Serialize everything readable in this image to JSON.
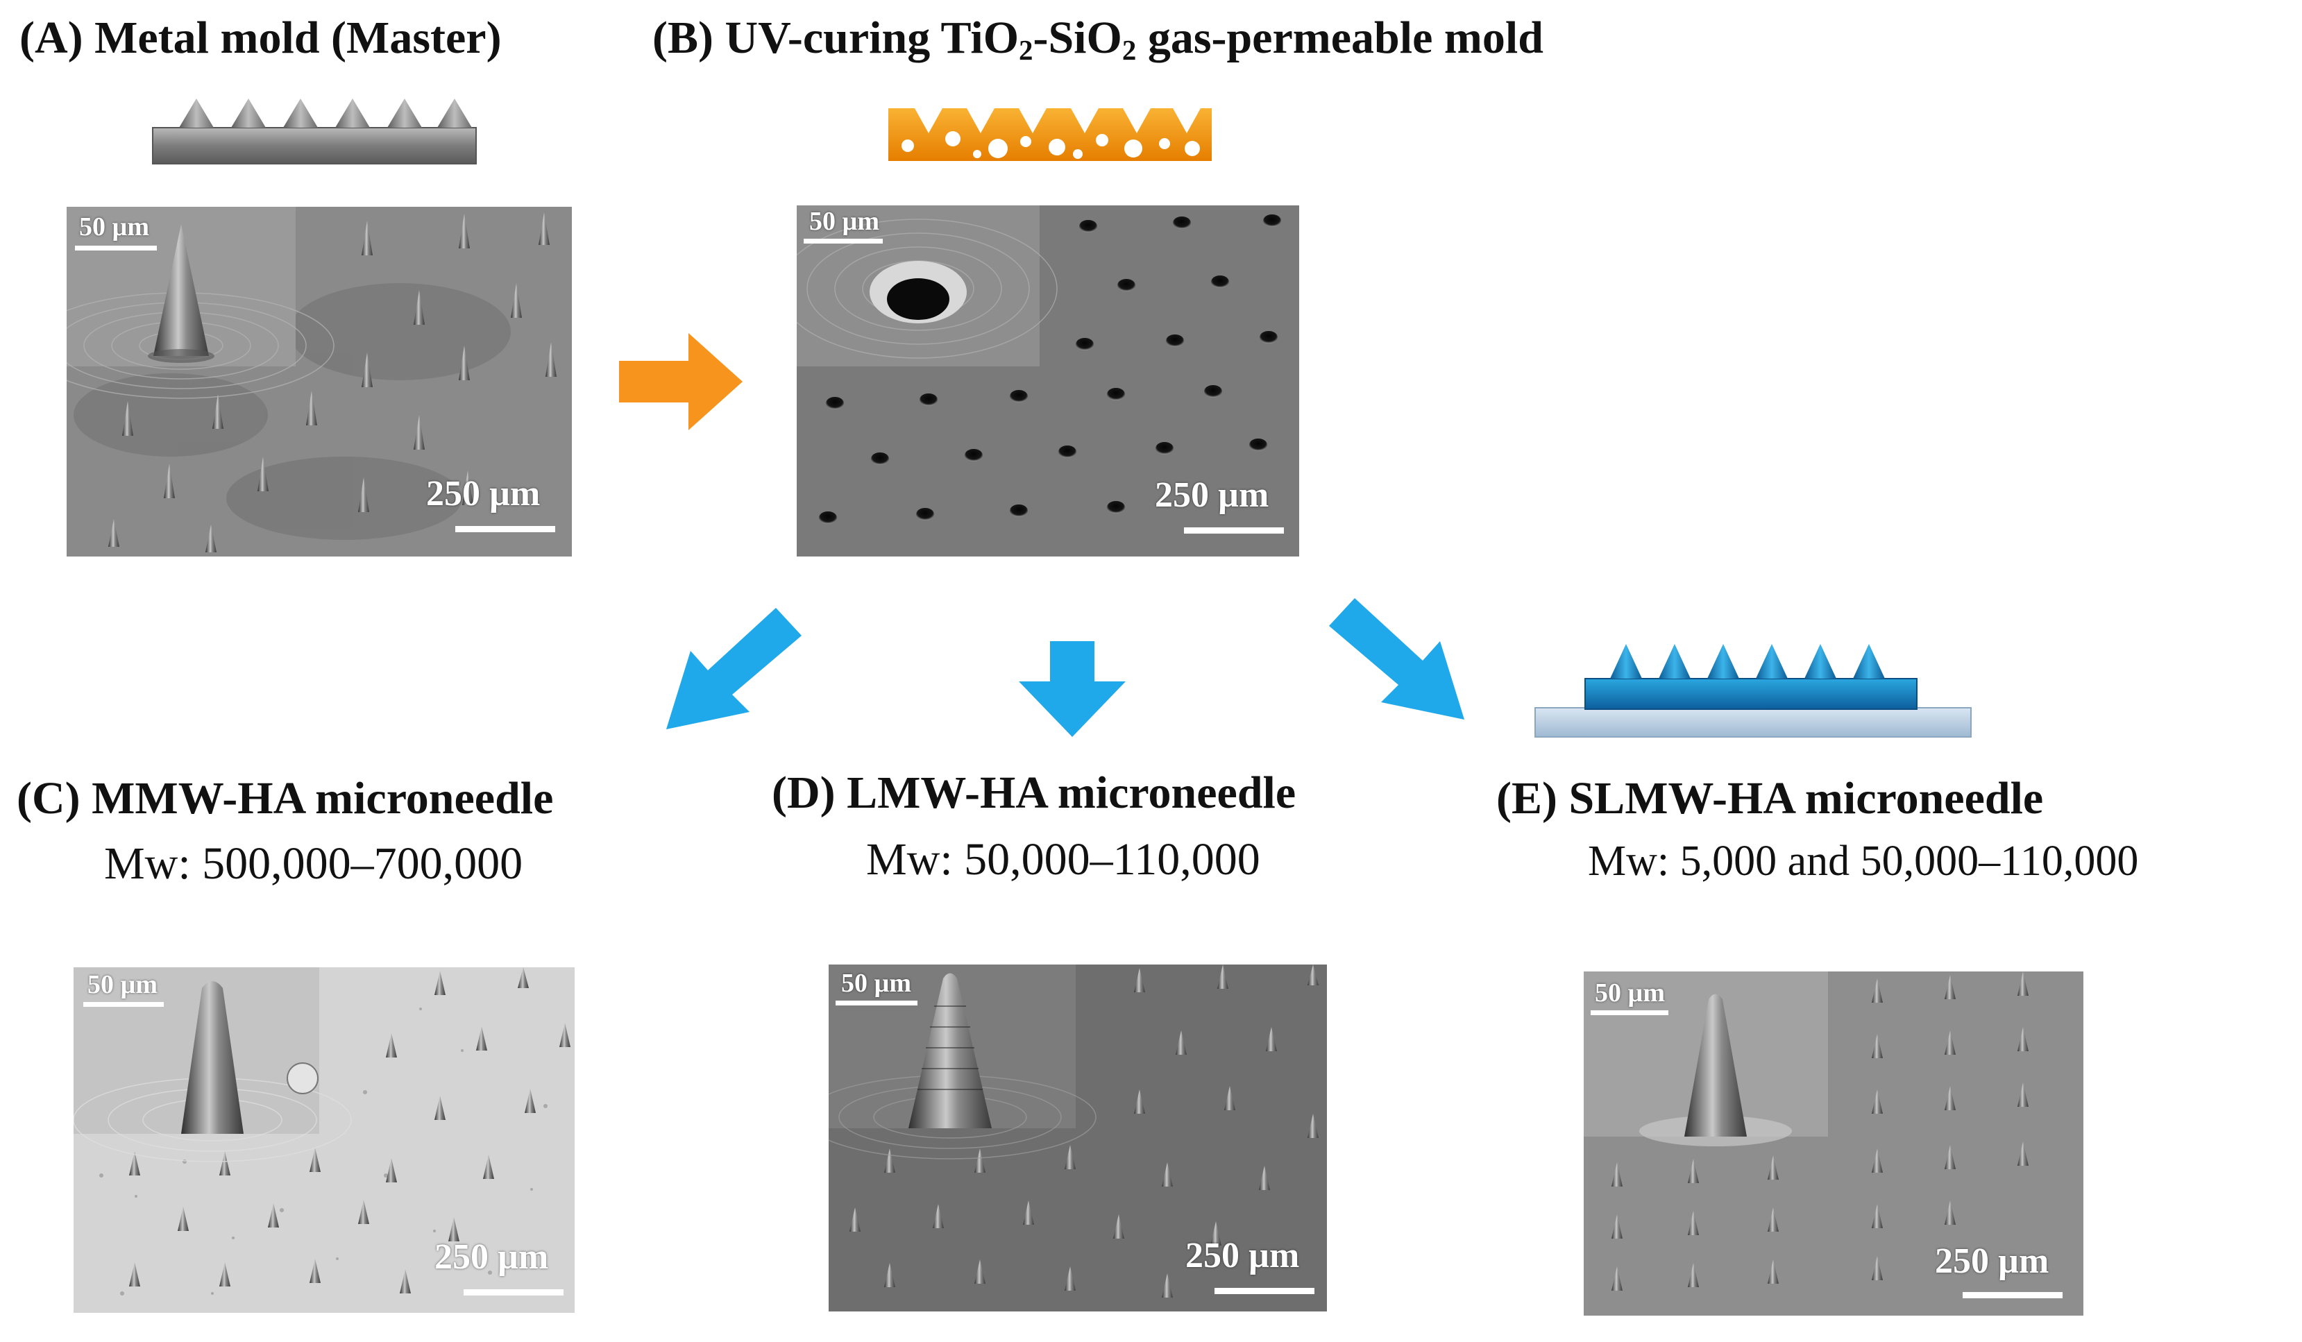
{
  "panels": {
    "A": {
      "title": "(A) Metal mold (Master)",
      "scale_small": "50 µm",
      "scale_large": "250 µm"
    },
    "B": {
      "title_prefix": "(B) UV-curing TiO",
      "title_sub1": "2",
      "title_mid": "-SiO",
      "title_sub2": "2",
      "title_suffix": " gas-permeable mold",
      "scale_small": "50 µm",
      "scale_large": "250 µm"
    },
    "C": {
      "title": "(C) MMW-HA microneedle",
      "mw": "Mw: 500,000–700,000",
      "scale_small": "50 µm",
      "scale_large": "250 µm"
    },
    "D": {
      "title": "(D) LMW-HA microneedle",
      "mw": "Mw: 50,000–110,000",
      "scale_small": "50 µm",
      "scale_large": "250 µm"
    },
    "E": {
      "title": "(E) SLMW-HA microneedle",
      "mw": "Mw: 5,000 and 50,000–110,000",
      "scale_small": "50 µm",
      "scale_large": "250 µm"
    }
  },
  "colors": {
    "orange_arrow": "#f7941d",
    "blue_arrow": "#1fa8ea",
    "mold_orange": "#f39200",
    "metal_gray": "#8a8a8a",
    "needle_blue": "#1a7fc1",
    "substrate": "#b8cfe3"
  }
}
